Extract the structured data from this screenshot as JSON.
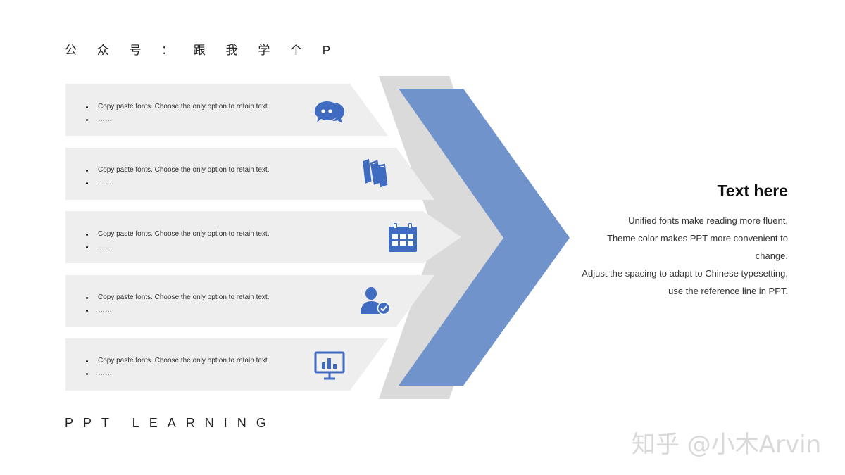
{
  "header": {
    "title": "公 众 号 ： 跟 我 学 个 P"
  },
  "footer": {
    "label": "PPT LEARNING"
  },
  "watermark": {
    "text": "知乎 @小木Arvin"
  },
  "rows": [
    {
      "bullet1": "Copy paste fonts. Choose the only option to retain text.",
      "bullet2": "……",
      "icon": "chat-bubble-icon"
    },
    {
      "bullet1": "Copy paste fonts. Choose the only option to retain text.",
      "bullet2": "……",
      "icon": "books-icon"
    },
    {
      "bullet1": "Copy paste fonts. Choose the only option to retain text.",
      "bullet2": "……",
      "icon": "calendar-icon"
    },
    {
      "bullet1": "Copy paste fonts. Choose the only option to retain text.",
      "bullet2": "……",
      "icon": "user-check-icon"
    },
    {
      "bullet1": "Copy paste fonts. Choose the only option to retain text.",
      "bullet2": "……",
      "icon": "monitor-chart-icon"
    }
  ],
  "right_panel": {
    "title": "Text here",
    "lines": [
      "Unified fonts make reading more fluent.",
      "Theme color makes PPT more convenient to",
      "change.",
      "Adjust the spacing to adapt to Chinese typesetting,",
      "use the reference line in PPT."
    ]
  },
  "colors": {
    "accent_blue": "#7093cc",
    "icon_blue": "#3f6bc1",
    "gray_shape": "#dadada",
    "row_bg": "#eeeeee"
  }
}
